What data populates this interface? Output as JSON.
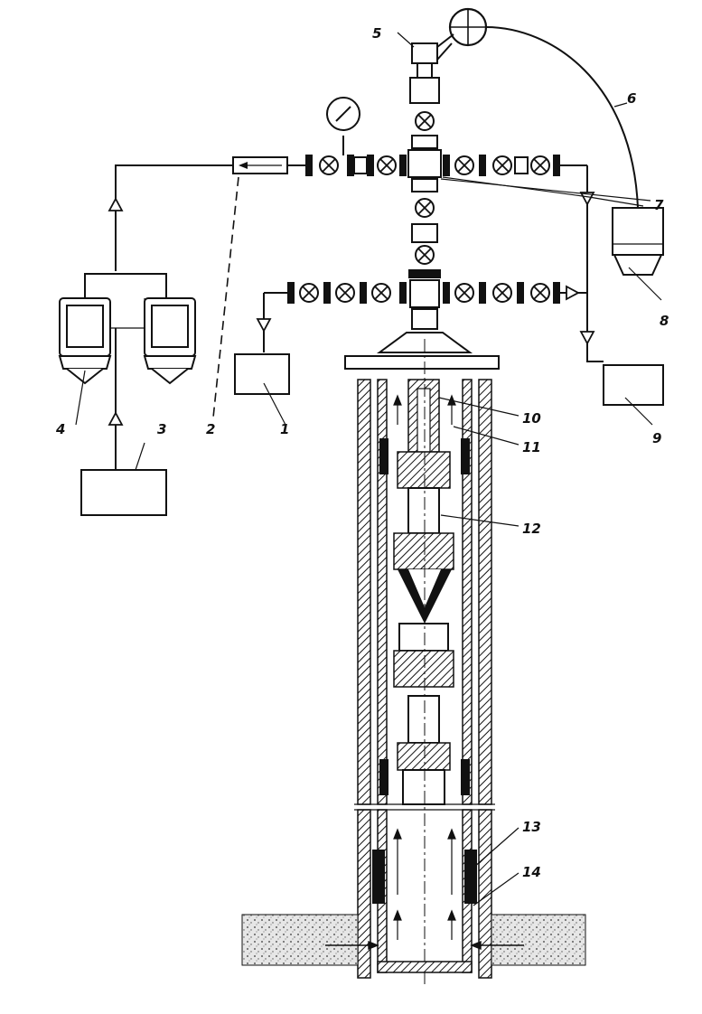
{
  "figure": {
    "labels": {
      "n1": "1",
      "n2": "2",
      "n3": "3",
      "n4": "4",
      "n5": "5",
      "n6": "6",
      "n7": "7",
      "n8": "8",
      "n9": "9",
      "n10": "10",
      "n11": "11",
      "n12": "12",
      "n13": "13",
      "n14": "14"
    }
  },
  "colors": {
    "ink": "#111111",
    "paper": "#ffffff",
    "soil": "#d8d8d8"
  }
}
